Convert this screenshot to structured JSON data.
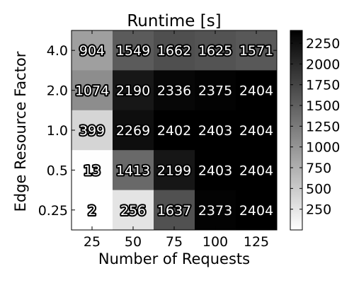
{
  "chart_data": {
    "type": "heatmap",
    "title": "Runtime [s]",
    "xlabel": "Number of Requests",
    "ylabel": "Edge Resource Factor",
    "x_categories": [
      "25",
      "50",
      "75",
      "100",
      "125"
    ],
    "y_categories": [
      "4.0",
      "2.0",
      "1.0",
      "0.5",
      "0.25"
    ],
    "values": [
      [
        904,
        1549,
        1662,
        1625,
        1571
      ],
      [
        1074,
        2190,
        2336,
        2375,
        2404
      ],
      [
        399,
        2269,
        2402,
        2403,
        2404
      ],
      [
        13,
        1413,
        2199,
        2403,
        2404
      ],
      [
        2,
        256,
        1637,
        2373,
        2404
      ]
    ],
    "colormap": "gray_r",
    "vmin": 0,
    "vmax": 2404,
    "colorbar_ticks": [
      250,
      500,
      750,
      1000,
      1250,
      1500,
      1750,
      2000,
      2250
    ]
  }
}
